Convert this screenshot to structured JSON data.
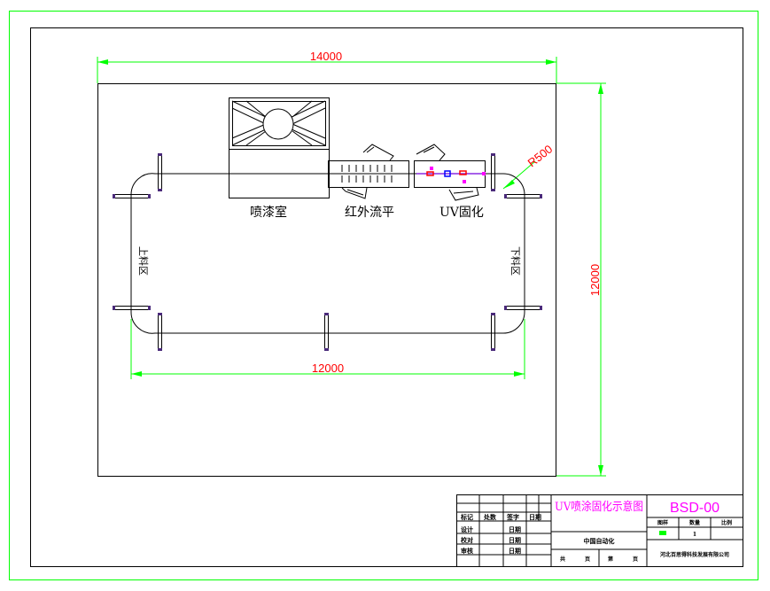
{
  "drawing": {
    "dimensions": {
      "top_width": "14000",
      "right_height": "12000",
      "bottom_width": "12000",
      "radius": "R500"
    },
    "zones": {
      "spray_room": "喷漆室",
      "infrared_leveling": "红外流平",
      "uv_curing": "UV固化",
      "loading": "上料区",
      "unloading": "下料区"
    }
  },
  "title_block": {
    "drawing_title": "UV喷涂固化示意图",
    "drawing_no": "BSD-00",
    "project": "中国自动化",
    "company": "河北百思得科技发展有限公司",
    "rev_headers": [
      "标记",
      "处数",
      "签字",
      "日期"
    ],
    "roles": [
      "设计",
      "校对",
      "审核"
    ],
    "date_label": "日期",
    "info_headers": [
      "图样",
      "数量",
      "比例"
    ],
    "quantity": "1",
    "sheets": [
      "共",
      "页",
      "第",
      "页"
    ]
  },
  "colors": {
    "frame": "#00ff00",
    "dimension_line": "#00ff00",
    "dimension_text": "#ff0000",
    "title_text": "#ff00ff",
    "drawing": "#000000"
  }
}
